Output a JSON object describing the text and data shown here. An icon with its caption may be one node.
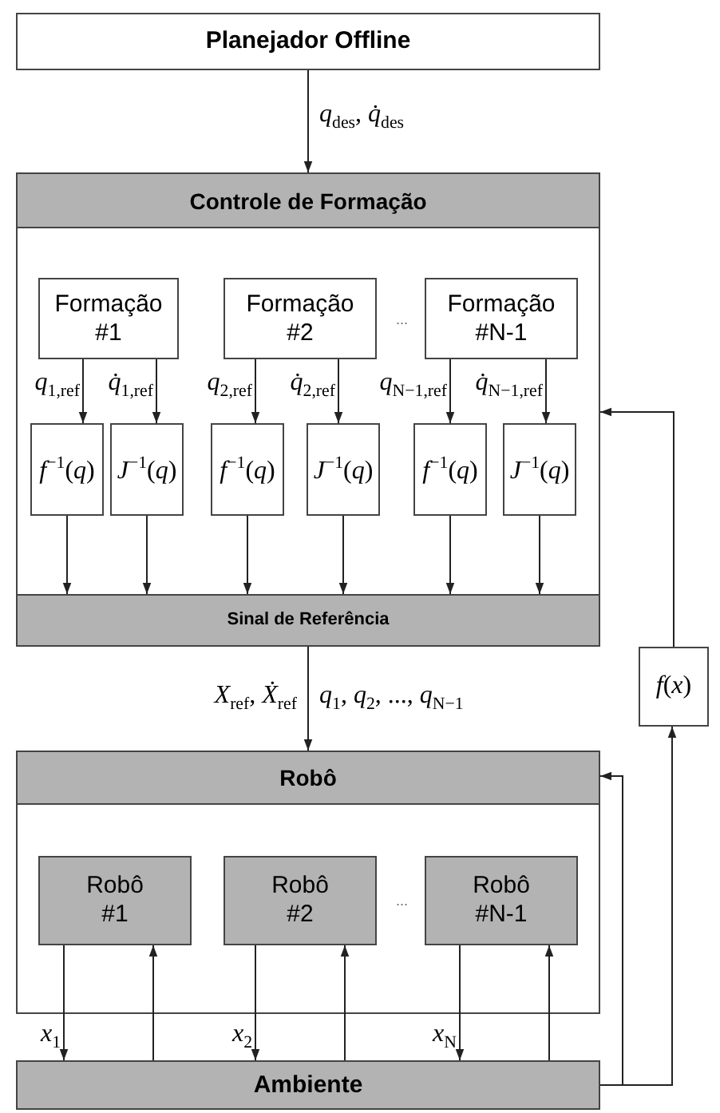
{
  "diagram": {
    "nodes": [
      {
        "text": [
          "Planejador Offline"
        ]
      },
      {
        "text": [
          "Controle de Formação"
        ]
      },
      {
        "text": [
          "Formação #1"
        ],
        "in": 1
      },
      {
        "text": [
          "Formação #2"
        ],
        "in": 1
      },
      {
        "text": [
          "Formação #N-1"
        ],
        "in": 1
      },
      {
        "text": [
          "*f*$^{−1}$(*q*)"
        ],
        "in": 1
      },
      {
        "text": [
          "*J*$^{−1}$(*q*)"
        ],
        "in": 1
      },
      {
        "text": [
          "*f*$^{−1}$(*q*)"
        ],
        "in": 1
      },
      {
        "text": [
          "*J*$^{−1}$(*q*)"
        ],
        "in": 1
      },
      {
        "text": [
          "*f*$^{−1}$(*q*)"
        ],
        "in": 1
      },
      {
        "text": [
          "*J*$^{−1}$(*q*)"
        ],
        "in": 1
      },
      {
        "text": [
          "Sinal de Referência"
        ],
        "in": 1
      },
      {
        "text": [
          "Robô"
        ]
      },
      {
        "text": [
          "Robô #1"
        ],
        "in": 12
      },
      {
        "text": [
          "Robô #2"
        ],
        "in": 12
      },
      {
        "text": [
          "Robô #N-1"
        ],
        "in": 12
      },
      {
        "text": [
          "Ambiente"
        ]
      },
      {
        "text": [
          "*f*(*x*)"
        ]
      }
    ],
    "edges": [
      {
        "from": 0,
        "to": 1,
        "arrow": "to",
        "label": "*q*$_{des}$, *q̇*$_{des}$"
      },
      {
        "from": 2,
        "to": 5,
        "arrow": "to",
        "label": "*q*$_{1,ref}$"
      },
      {
        "from": 2,
        "to": 6,
        "arrow": "to",
        "label": "*q̇*$_{1,ref}$"
      },
      {
        "from": 3,
        "to": 7,
        "arrow": "to",
        "label": "*q*$_{2,ref}$"
      },
      {
        "from": 3,
        "to": 8,
        "arrow": "to",
        "label": "*q̇*$_{2,ref}$"
      },
      {
        "from": 4,
        "to": 9,
        "arrow": "to",
        "label": "*q*$_{N−1,ref}$"
      },
      {
        "from": 4,
        "to": 10,
        "arrow": "to",
        "label": "*q̇*$_{N−1,ref}$"
      },
      {
        "from": 5,
        "to": 11,
        "arrow": "to"
      },
      {
        "from": 6,
        "to": 11,
        "arrow": "to"
      },
      {
        "from": 7,
        "to": 11,
        "arrow": "to"
      },
      {
        "from": 8,
        "to": 11,
        "arrow": "to"
      },
      {
        "from": 9,
        "to": 11,
        "arrow": "to"
      },
      {
        "from": 10,
        "to": 11,
        "arrow": "to"
      },
      {
        "from": 11,
        "to": 12,
        "arrow": "to",
        "label": "*X*$_{ref}$, *Ẋ*$_{ref}$"
      },
      {
        "from": 13,
        "to": 16,
        "arrow": "to",
        "label": "*x*$_{1}$"
      },
      {
        "from": 16,
        "to": 13,
        "arrow": "to"
      },
      {
        "from": 14,
        "to": 16,
        "arrow": "to",
        "label": "*x*$_{2}$"
      },
      {
        "from": 16,
        "to": 14,
        "arrow": "to"
      },
      {
        "from": 15,
        "to": 16,
        "arrow": "to",
        "label": "*x*$_{N}$"
      },
      {
        "from": 16,
        "to": 15,
        "arrow": "to"
      },
      {
        "from": 16,
        "to": 12,
        "arrow": "to"
      },
      {
        "from": 16,
        "to": 17,
        "arrow": "to"
      },
      {
        "from": 17,
        "to": 1,
        "arrow": "to"
      }
    ],
    "labels": [
      "*q*$_{1}$, *q*$_{2}$, ..., *q*$_{N−1}$",
      "...",
      "..."
    ]
  }
}
